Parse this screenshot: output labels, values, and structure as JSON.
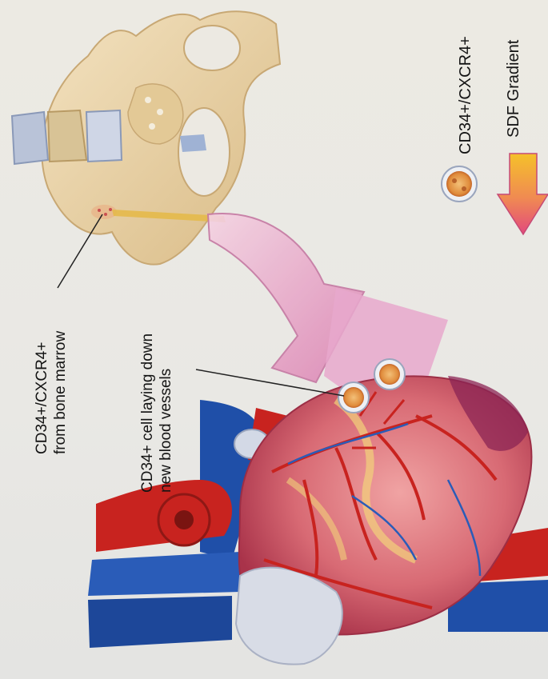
{
  "labels": {
    "marrow_line1": "CD34+/CXCR4+",
    "marrow_line2": "from bone marrow",
    "cell_line1": "CD34+ cell laying down",
    "cell_line2": "new blood vessels"
  },
  "legend": {
    "cell_label": "CD34+/CXCR4+",
    "gradient_label": "SDF Gradient"
  },
  "colors": {
    "bone": "#e8d2a8",
    "arrow_pink": "#e79ac2",
    "heart_muscle": "#d9707a",
    "artery_red": "#c8231f",
    "vein_blue": "#1f4fa8",
    "gradient_top": "#f5c12a",
    "gradient_bottom": "#e2497d",
    "cell_orange": "#e7a24a"
  },
  "icons": [
    "pelvis-illustration",
    "heart-illustration",
    "stem-cell-icon",
    "gradient-arrow-icon"
  ]
}
